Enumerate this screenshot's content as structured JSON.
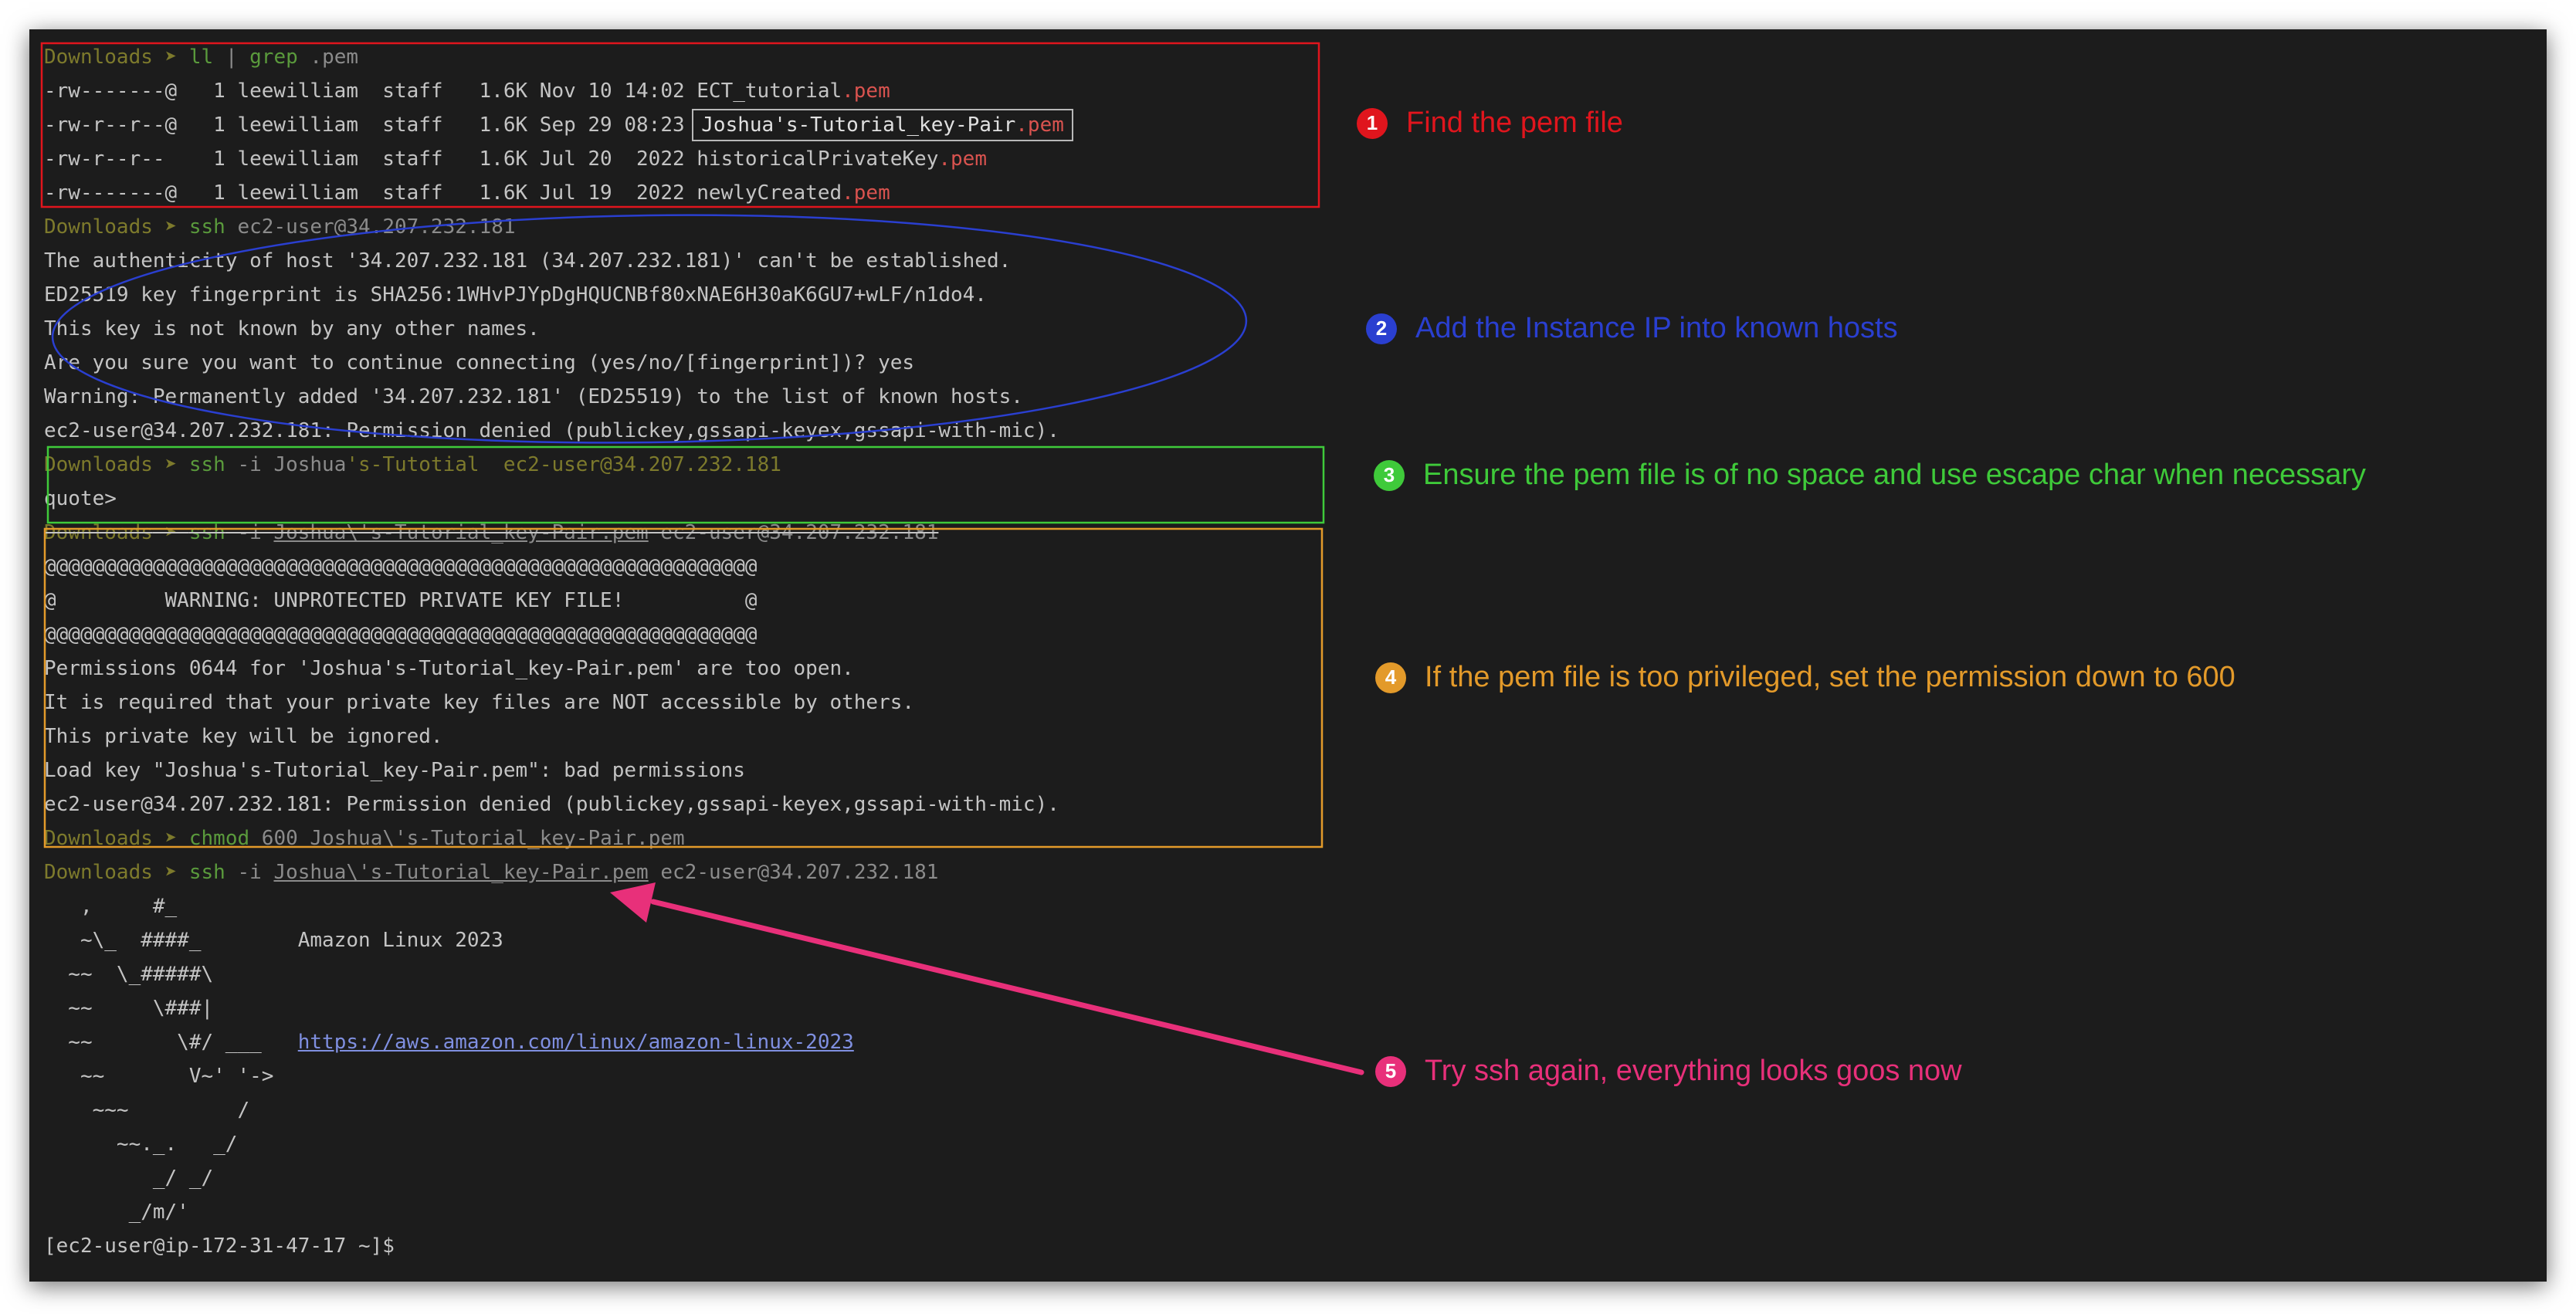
{
  "terminal": {
    "lines": [
      {
        "t": "prompt",
        "dir": "Downloads",
        "cmd": "ll",
        "pipe": " | ",
        "prog": "grep",
        "args": " .pem"
      },
      {
        "t": "ls",
        "text": "-rw-------@   1 leewilliam  staff   1.6K Nov 10 14:02 ",
        "name": "ECT_tutorial",
        "ext": ".pem"
      },
      {
        "t": "ls_boxed",
        "text": "-rw-r--r--@   1 leewilliam  staff   1.6K Sep 29 08:23 ",
        "name": "Joshua's-Tutorial_key-Pair",
        "ext": ".pem"
      },
      {
        "t": "ls",
        "text": "-rw-r--r--    1 leewilliam  staff   1.6K Jul 20  2022 ",
        "name": "historicalPrivateKey",
        "ext": ".pem"
      },
      {
        "t": "ls",
        "text": "-rw-------@   1 leewilliam  staff   1.6K Jul 19  2022 ",
        "name": "newlyCreated",
        "ext": ".pem"
      },
      {
        "t": "prompt",
        "dir": "Downloads",
        "cmd": "ssh",
        "pipe": "",
        "prog": "",
        "args": " ec2-user@34.207.232.181"
      },
      {
        "t": "plain",
        "text": "The authenticity of host '34.207.232.181 (34.207.232.181)' can't be established."
      },
      {
        "t": "plain",
        "text": "ED25519 key fingerprint is SHA256:1WHvPJYpDgHQUCNBf80xNAE6H30aK6GU7+wLF/n1do4."
      },
      {
        "t": "plain",
        "text": "This key is not known by any other names."
      },
      {
        "t": "plain",
        "text": "Are you sure you want to continue connecting (yes/no/[fingerprint])? yes"
      },
      {
        "t": "plain",
        "text": "Warning: Permanently added '34.207.232.181' (ED25519) to the list of known hosts."
      },
      {
        "t": "plain",
        "text": "ec2-user@34.207.232.181: Permission denied (publickey,gssapi-keyex,gssapi-with-mic)."
      },
      {
        "t": "prompt_quote",
        "dir": "Downloads",
        "cmd": "ssh",
        "args": " -i Joshua",
        "quoted": "'s-Tutotial  ec2-user@34.207.232.181"
      },
      {
        "t": "plain",
        "text": "quote>"
      },
      {
        "t": "prompt_strike",
        "dir": "Downloads",
        "cmd": "ssh",
        "args": " -i ",
        "file": "Joshua\\'s-Tutorial_key-Pair.pem",
        "rest": " ec2-user@34.207.232.181"
      },
      {
        "t": "plain",
        "text": "@@@@@@@@@@@@@@@@@@@@@@@@@@@@@@@@@@@@@@@@@@@@@@@@@@@@@@@@@@@"
      },
      {
        "t": "plain",
        "text": "@         WARNING: UNPROTECTED PRIVATE KEY FILE!          @"
      },
      {
        "t": "plain",
        "text": "@@@@@@@@@@@@@@@@@@@@@@@@@@@@@@@@@@@@@@@@@@@@@@@@@@@@@@@@@@@"
      },
      {
        "t": "plain",
        "text": "Permissions 0644 for 'Joshua's-Tutorial_key-Pair.pem' are too open."
      },
      {
        "t": "plain",
        "text": "It is required that your private key files are NOT accessible by others."
      },
      {
        "t": "plain",
        "text": "This private key will be ignored."
      },
      {
        "t": "plain",
        "text": "Load key \"Joshua's-Tutorial_key-Pair.pem\": bad permissions"
      },
      {
        "t": "plain",
        "text": "ec2-user@34.207.232.181: Permission denied (publickey,gssapi-keyex,gssapi-with-mic)."
      },
      {
        "t": "prompt_file",
        "dir": "Downloads",
        "cmd": "chmod",
        "args": " 600 ",
        "file": "Joshua\\'s-Tutorial_key-Pair.pem",
        "rest": ""
      },
      {
        "t": "prompt_file",
        "dir": "Downloads",
        "cmd": "ssh",
        "args": " -i ",
        "file": "Joshua\\'s-Tutorial_key-Pair.pem",
        "rest": " ec2-user@34.207.232.181"
      },
      {
        "t": "plain",
        "text": "   ,     #_"
      },
      {
        "t": "plain",
        "text": "   ~\\_  ####_        Amazon Linux 2023"
      },
      {
        "t": "plain",
        "text": "  ~~  \\_#####\\"
      },
      {
        "t": "plain",
        "text": "  ~~     \\###|"
      },
      {
        "t": "link",
        "text": "  ~~       \\#/ ___   ",
        "link": "https://aws.amazon.com/linux/amazon-linux-2023"
      },
      {
        "t": "plain",
        "text": "   ~~       V~' '->"
      },
      {
        "t": "plain",
        "text": "    ~~~         /"
      },
      {
        "t": "plain",
        "text": "      ~~._.   _/"
      },
      {
        "t": "plain",
        "text": "         _/ _/"
      },
      {
        "t": "plain",
        "text": "       _/m/'"
      },
      {
        "t": "plain",
        "text": "[ec2-user@ip-172-31-47-17 ~]$"
      }
    ]
  },
  "annotations": [
    {
      "number": "1",
      "text": "Find the pem file",
      "color": "#e0151d"
    },
    {
      "number": "2",
      "text": "Add the Instance IP into known hosts",
      "color": "#2a3fd0"
    },
    {
      "number": "3",
      "text": "Ensure the pem file is of no space and use escape char when necessary",
      "color": "#3fca3a"
    },
    {
      "number": "4",
      "text": "If the pem file is too privileged, set the permission down to 600",
      "color": "#e39a2a"
    },
    {
      "number": "5",
      "text": "Try ssh again,  everything looks goos now",
      "color": "#e8307a"
    }
  ],
  "colors": {
    "background": "#1c1c1c",
    "prompt_dir": "#7d7a2c",
    "pem_ext": "#d9534f",
    "link": "#7f8fe0",
    "red_box": "#e0151d",
    "blue_ellipse": "#2a3fd0",
    "green_box": "#3fca3a",
    "orange_box": "#e39a2a",
    "pink_arrow": "#e8307a"
  }
}
